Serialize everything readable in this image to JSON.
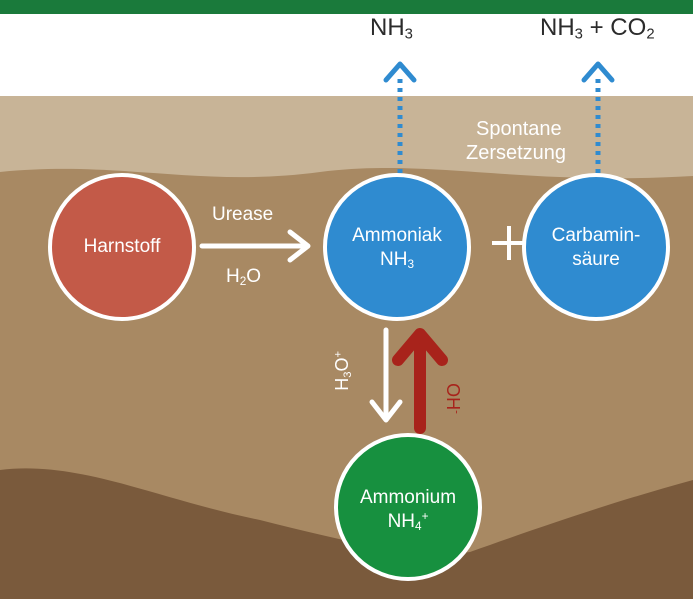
{
  "colors": {
    "header_bar": "#1a7a3b",
    "sky": "#ffffff",
    "soil_top": "#c8b497",
    "soil_mid": "#a88963",
    "soil_dark": "#7a5a3c",
    "harnstoff_fill": "#c35a48",
    "ammoniak_fill": "#2f8bd0",
    "carbamin_fill": "#2f8bd0",
    "ammonium_fill": "#17903f",
    "arrow_white": "#ffffff",
    "arrow_red": "#a8231b",
    "dotted_blue": "#2f8bd0",
    "text_dark": "#2b2b2b"
  },
  "nodes": {
    "harnstoff": {
      "label": "Harnstoff"
    },
    "ammoniak": {
      "line1": "Ammoniak",
      "formula_base": "NH",
      "formula_sub": "3"
    },
    "carbamin": {
      "line1": "Carbamin-",
      "line2": "säure"
    },
    "ammonium": {
      "line1": "Ammonium",
      "formula_base": "NH",
      "formula_sub": "4",
      "formula_sup": "+"
    }
  },
  "labels": {
    "nh3_top": {
      "base": "NH",
      "sub": "3"
    },
    "nh3_co2_top": {
      "base1": "NH",
      "sub1": "3",
      "mid": " + CO",
      "sub2": "2"
    },
    "spontane": "Spontane",
    "zersetzung": "Zersetzung",
    "urease": "Urease",
    "h2o": {
      "base1": "H",
      "sub": "2",
      "base2": "O"
    },
    "h3o": {
      "base1": "H",
      "sub": "3",
      "base2": "O",
      "sup": "+"
    },
    "oh": {
      "base": "OH",
      "sup": "-"
    },
    "plus": "+"
  },
  "icons": {
    "urease_arrow": "arrow-right-icon",
    "down_arrow": "arrow-down-icon",
    "up_arrow": "arrow-up-icon",
    "nh3_release": "chevron-up-icon",
    "co2_release": "chevron-up-icon"
  }
}
